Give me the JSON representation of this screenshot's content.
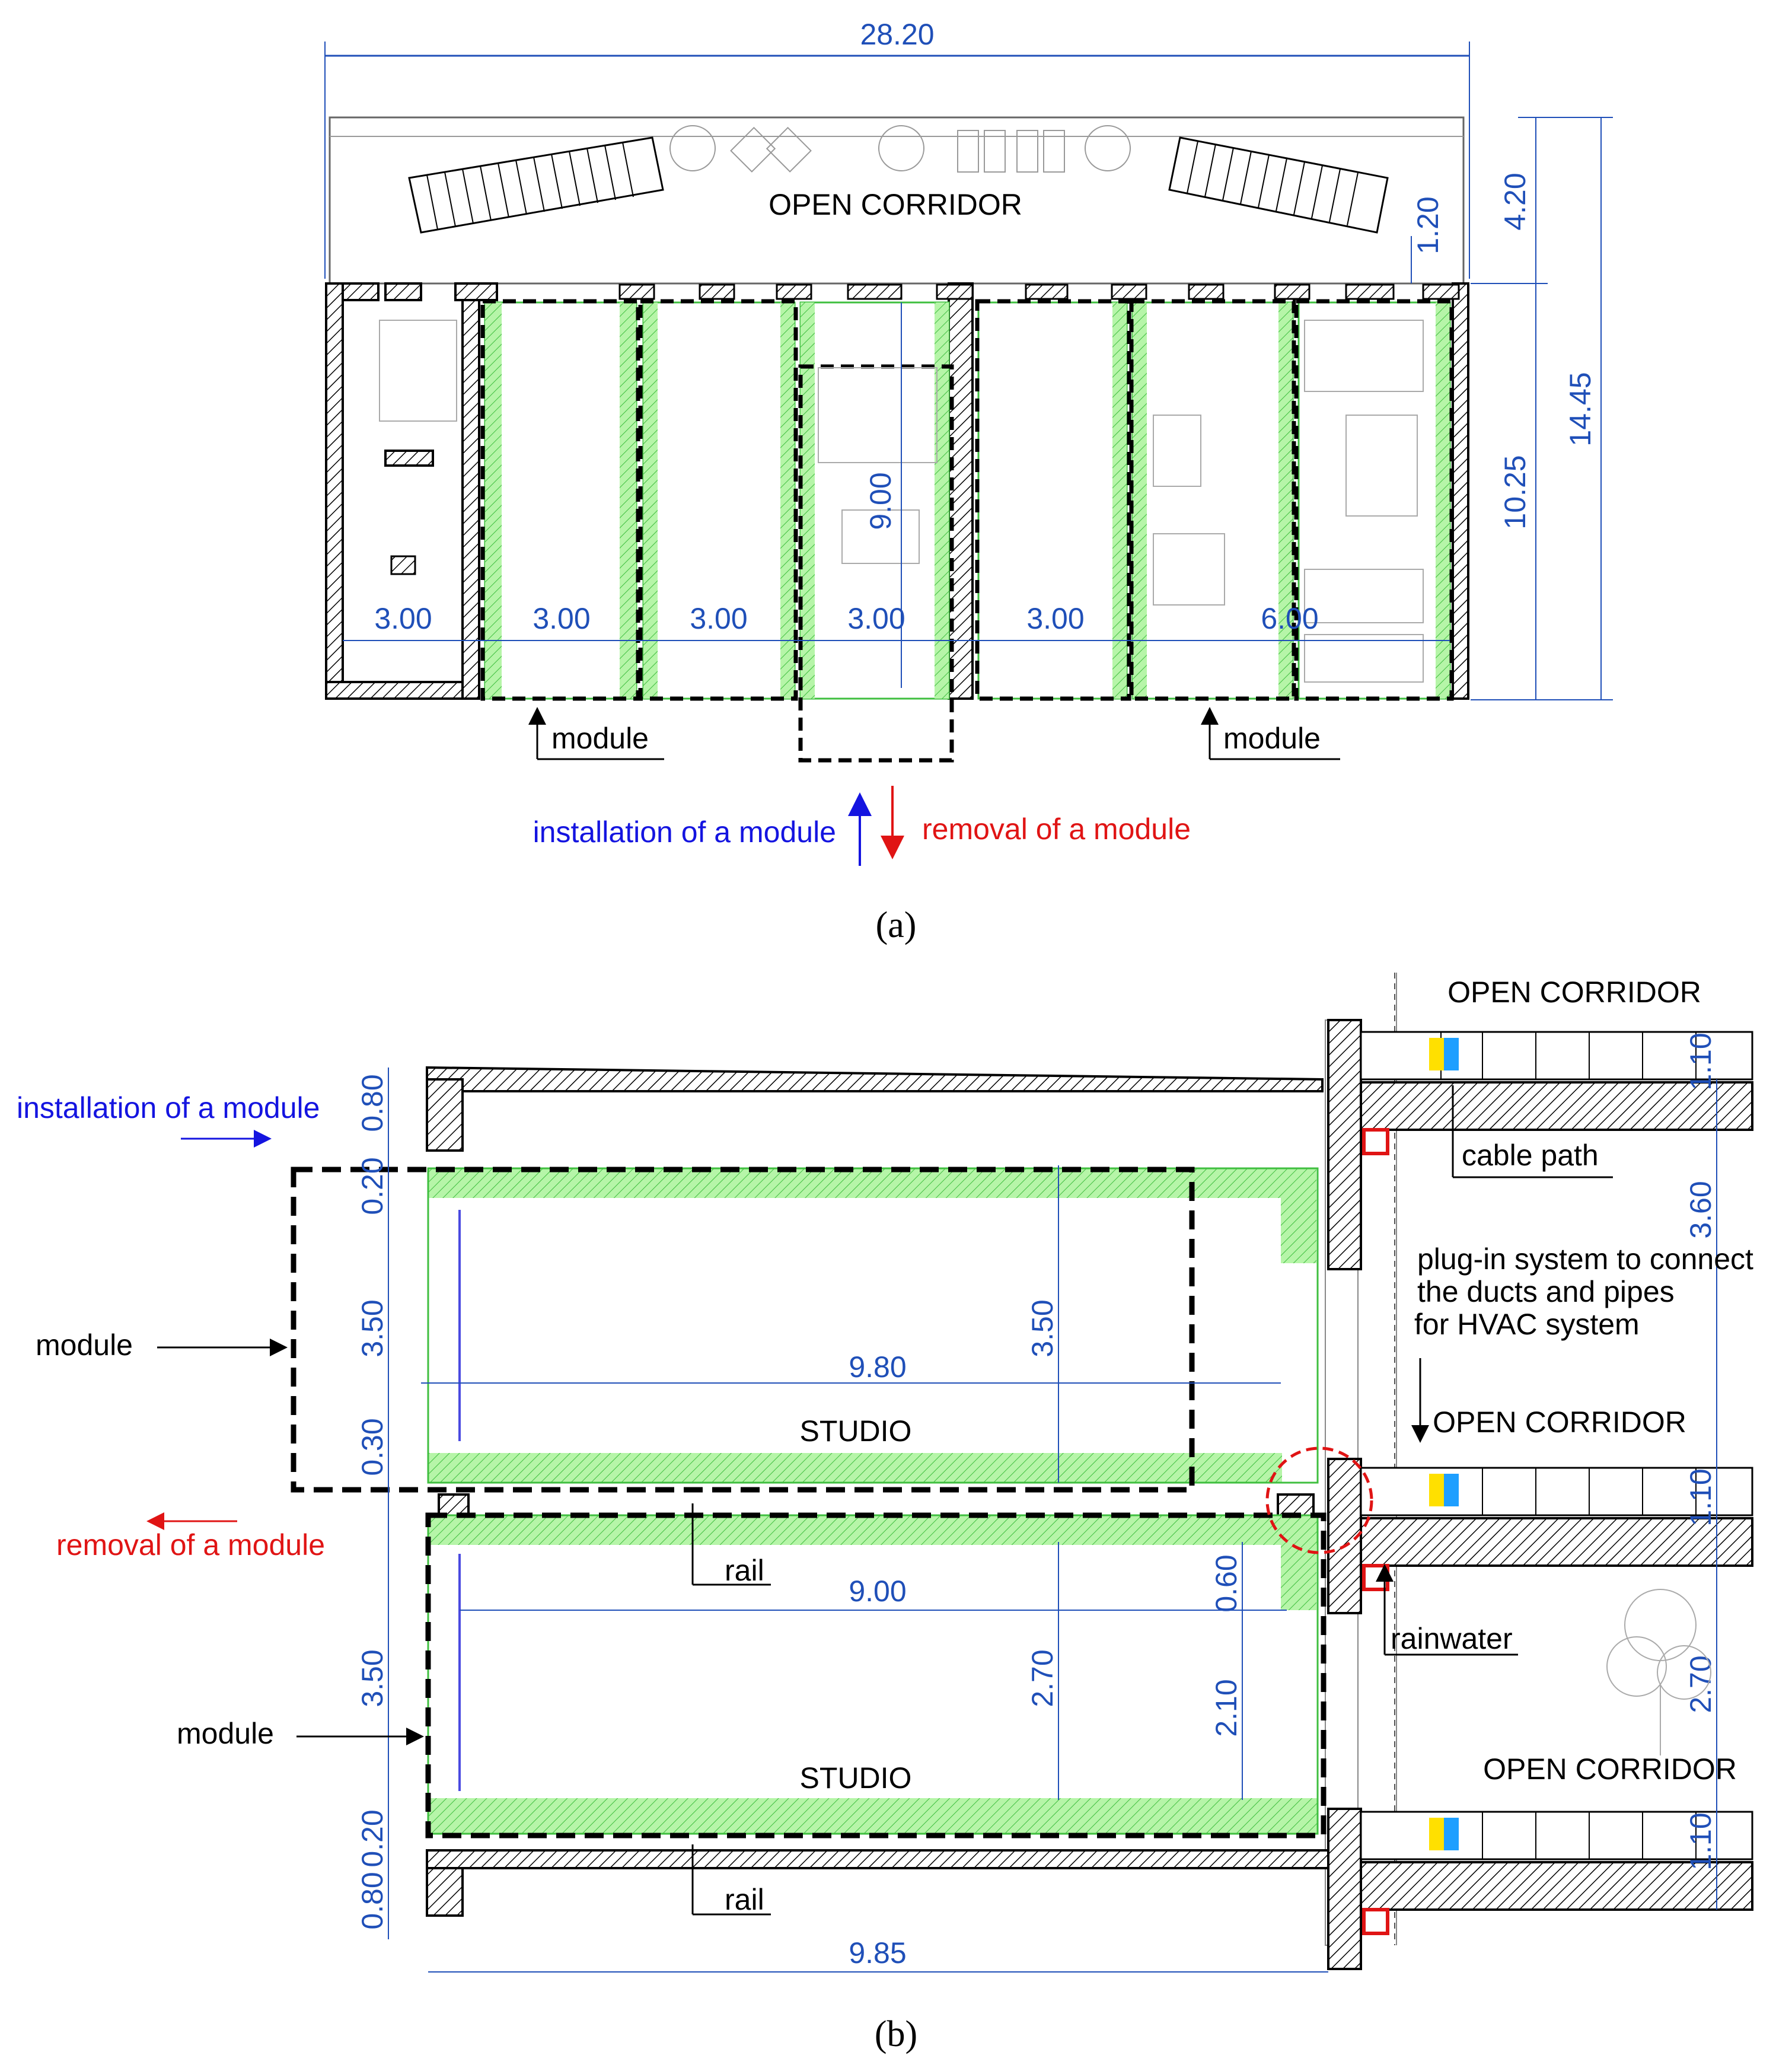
{
  "plan": {
    "overall_width": "28.20",
    "corridor_label": "OPEN CORRIDOR",
    "dim_1_20": "1.20",
    "dim_4_20": "4.20",
    "dim_10_25": "10.25",
    "dim_14_45": "14.45",
    "dim_9_00": "9.00",
    "bay_widths": [
      "3.00",
      "3.00",
      "3.00",
      "3.00",
      "3.00",
      "6.00"
    ],
    "module_label": "module",
    "install_label": "installation of a module",
    "removal_label": "removal of a module",
    "caption": "(a)"
  },
  "section": {
    "corridor_label": "OPEN CORRIDOR",
    "install_label": "installation of a module",
    "removal_label": "removal of a module",
    "module_label": "module",
    "studio_label": "STUDIO",
    "rail_label": "rail",
    "cable_path": "cable path",
    "plugin_lines": [
      "plug-in system to connect",
      "the ducts and pipes",
      "for HVAC system"
    ],
    "rainwater": "rainwater",
    "dims_left": [
      "0.80",
      "0.20",
      "3.50",
      "0.30",
      "3.50",
      "0.20",
      "0.80"
    ],
    "dim_9_80": "9.80",
    "dim_9_00": "9.00",
    "dim_9_85": "9.85",
    "dim_3_50": "3.50",
    "dim_2_70": "2.70",
    "dim_0_60": "0.60",
    "dim_2_10": "2.10",
    "dim_3_60": "3.60",
    "dim_2_70_right": "2.70",
    "dim_1_10": "1.10",
    "caption": "(b)"
  },
  "colors": {
    "dimension": "#1f4fb8",
    "module_fill": "#b6f5a8",
    "wall": "#000000",
    "install_arrow": "#1414e0",
    "removal_arrow": "#e01414"
  }
}
